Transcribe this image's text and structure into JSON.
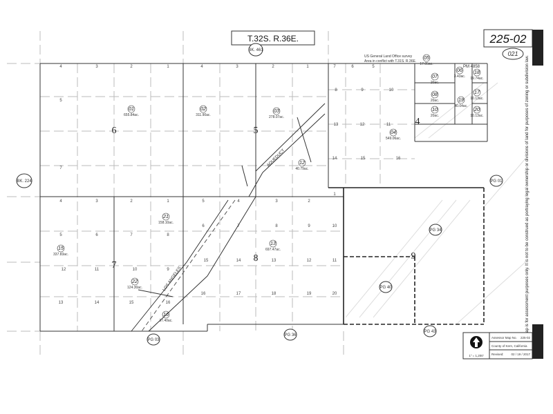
{
  "header": {
    "township": "T.32S. R.36E.",
    "map_number": "225-02",
    "page_ref": "021"
  },
  "survey_note": [
    "US General Land Office survey",
    "Area in conflict with T.31S. R.36E."
  ],
  "book_refs": {
    "top": "BK. 461",
    "left": "BK. 224"
  },
  "page_refs": {
    "pg01": "PG 01",
    "pg34": "PG 34",
    "pg40": "PG 40",
    "pg03": "PG 03",
    "pg36": "PG 36",
    "pg43": "PG 43"
  },
  "sections": {
    "s6": "6",
    "s5": "5",
    "s4": "4",
    "s7": "7",
    "s8": "8",
    "s9": "9"
  },
  "lots": {
    "s6": [
      "4",
      "3",
      "2",
      "1",
      "5",
      "7"
    ],
    "s5": [
      "4",
      "3",
      "2",
      "1"
    ],
    "s4": [
      "7",
      "6",
      "5",
      "8",
      "9",
      "10",
      "13",
      "12",
      "11",
      "14",
      "15",
      "16"
    ],
    "s7": [
      "4",
      "3",
      "2",
      "1",
      "5",
      "6",
      "7",
      "8",
      "12",
      "11",
      "10",
      "9",
      "13",
      "14",
      "15",
      "16"
    ],
    "s8": [
      "5",
      "4",
      "3",
      "2",
      "1",
      "6",
      "7",
      "8",
      "9",
      "10",
      "15",
      "14",
      "13",
      "12",
      "11",
      "16",
      "17",
      "18",
      "19",
      "20"
    ]
  },
  "parcels": [
    {
      "num": "01",
      "acres": "655.84ac."
    },
    {
      "num": "02",
      "acres": "311.90ac."
    },
    {
      "num": "03",
      "acres": "278.07ac."
    },
    {
      "num": "04",
      "acres": "549.06ac."
    },
    {
      "num": "05",
      "acres": "17.05ac."
    },
    {
      "num": "06",
      "acres": "3.43ac."
    },
    {
      "num": "07",
      "acres": "20ac."
    },
    {
      "num": "08",
      "acres": "20ac."
    },
    {
      "num": "10",
      "acres": "20ac."
    },
    {
      "num": "18",
      "acres": "19.74ac."
    },
    {
      "num": "19",
      "acres": "40.04ac."
    },
    {
      "num": "17",
      "acres": "10.13ac."
    },
    {
      "num": "20",
      "acres": "10.13ac."
    },
    {
      "num": "12",
      "acres": "40.79ac."
    },
    {
      "num": "21",
      "acres": "158.10ac."
    },
    {
      "num": "15",
      "acres": "337.83ac."
    },
    {
      "num": "13",
      "acres": "697.47ac."
    },
    {
      "num": "22",
      "acres": "124.30ac."
    },
    {
      "num": "16",
      "acres": "37.40ac."
    }
  ],
  "pm": "PM 4858",
  "features": {
    "aqueduct": "AQUEDUCT",
    "los_angeles": "LOS ANGELES"
  },
  "legend": {
    "scale": "1\" = 1,200'",
    "map_no_label": "Assessor Map No.",
    "map_no": "225-02",
    "county": "County of Kern, California",
    "revised_label": "Revised:",
    "revised": "02 / 19 / 2017"
  },
  "disclaimer": "This map is for assessment purposes only. It is not to be construed as portraying legal ownership or divisions of land for purposes of zoning or subdivision law."
}
